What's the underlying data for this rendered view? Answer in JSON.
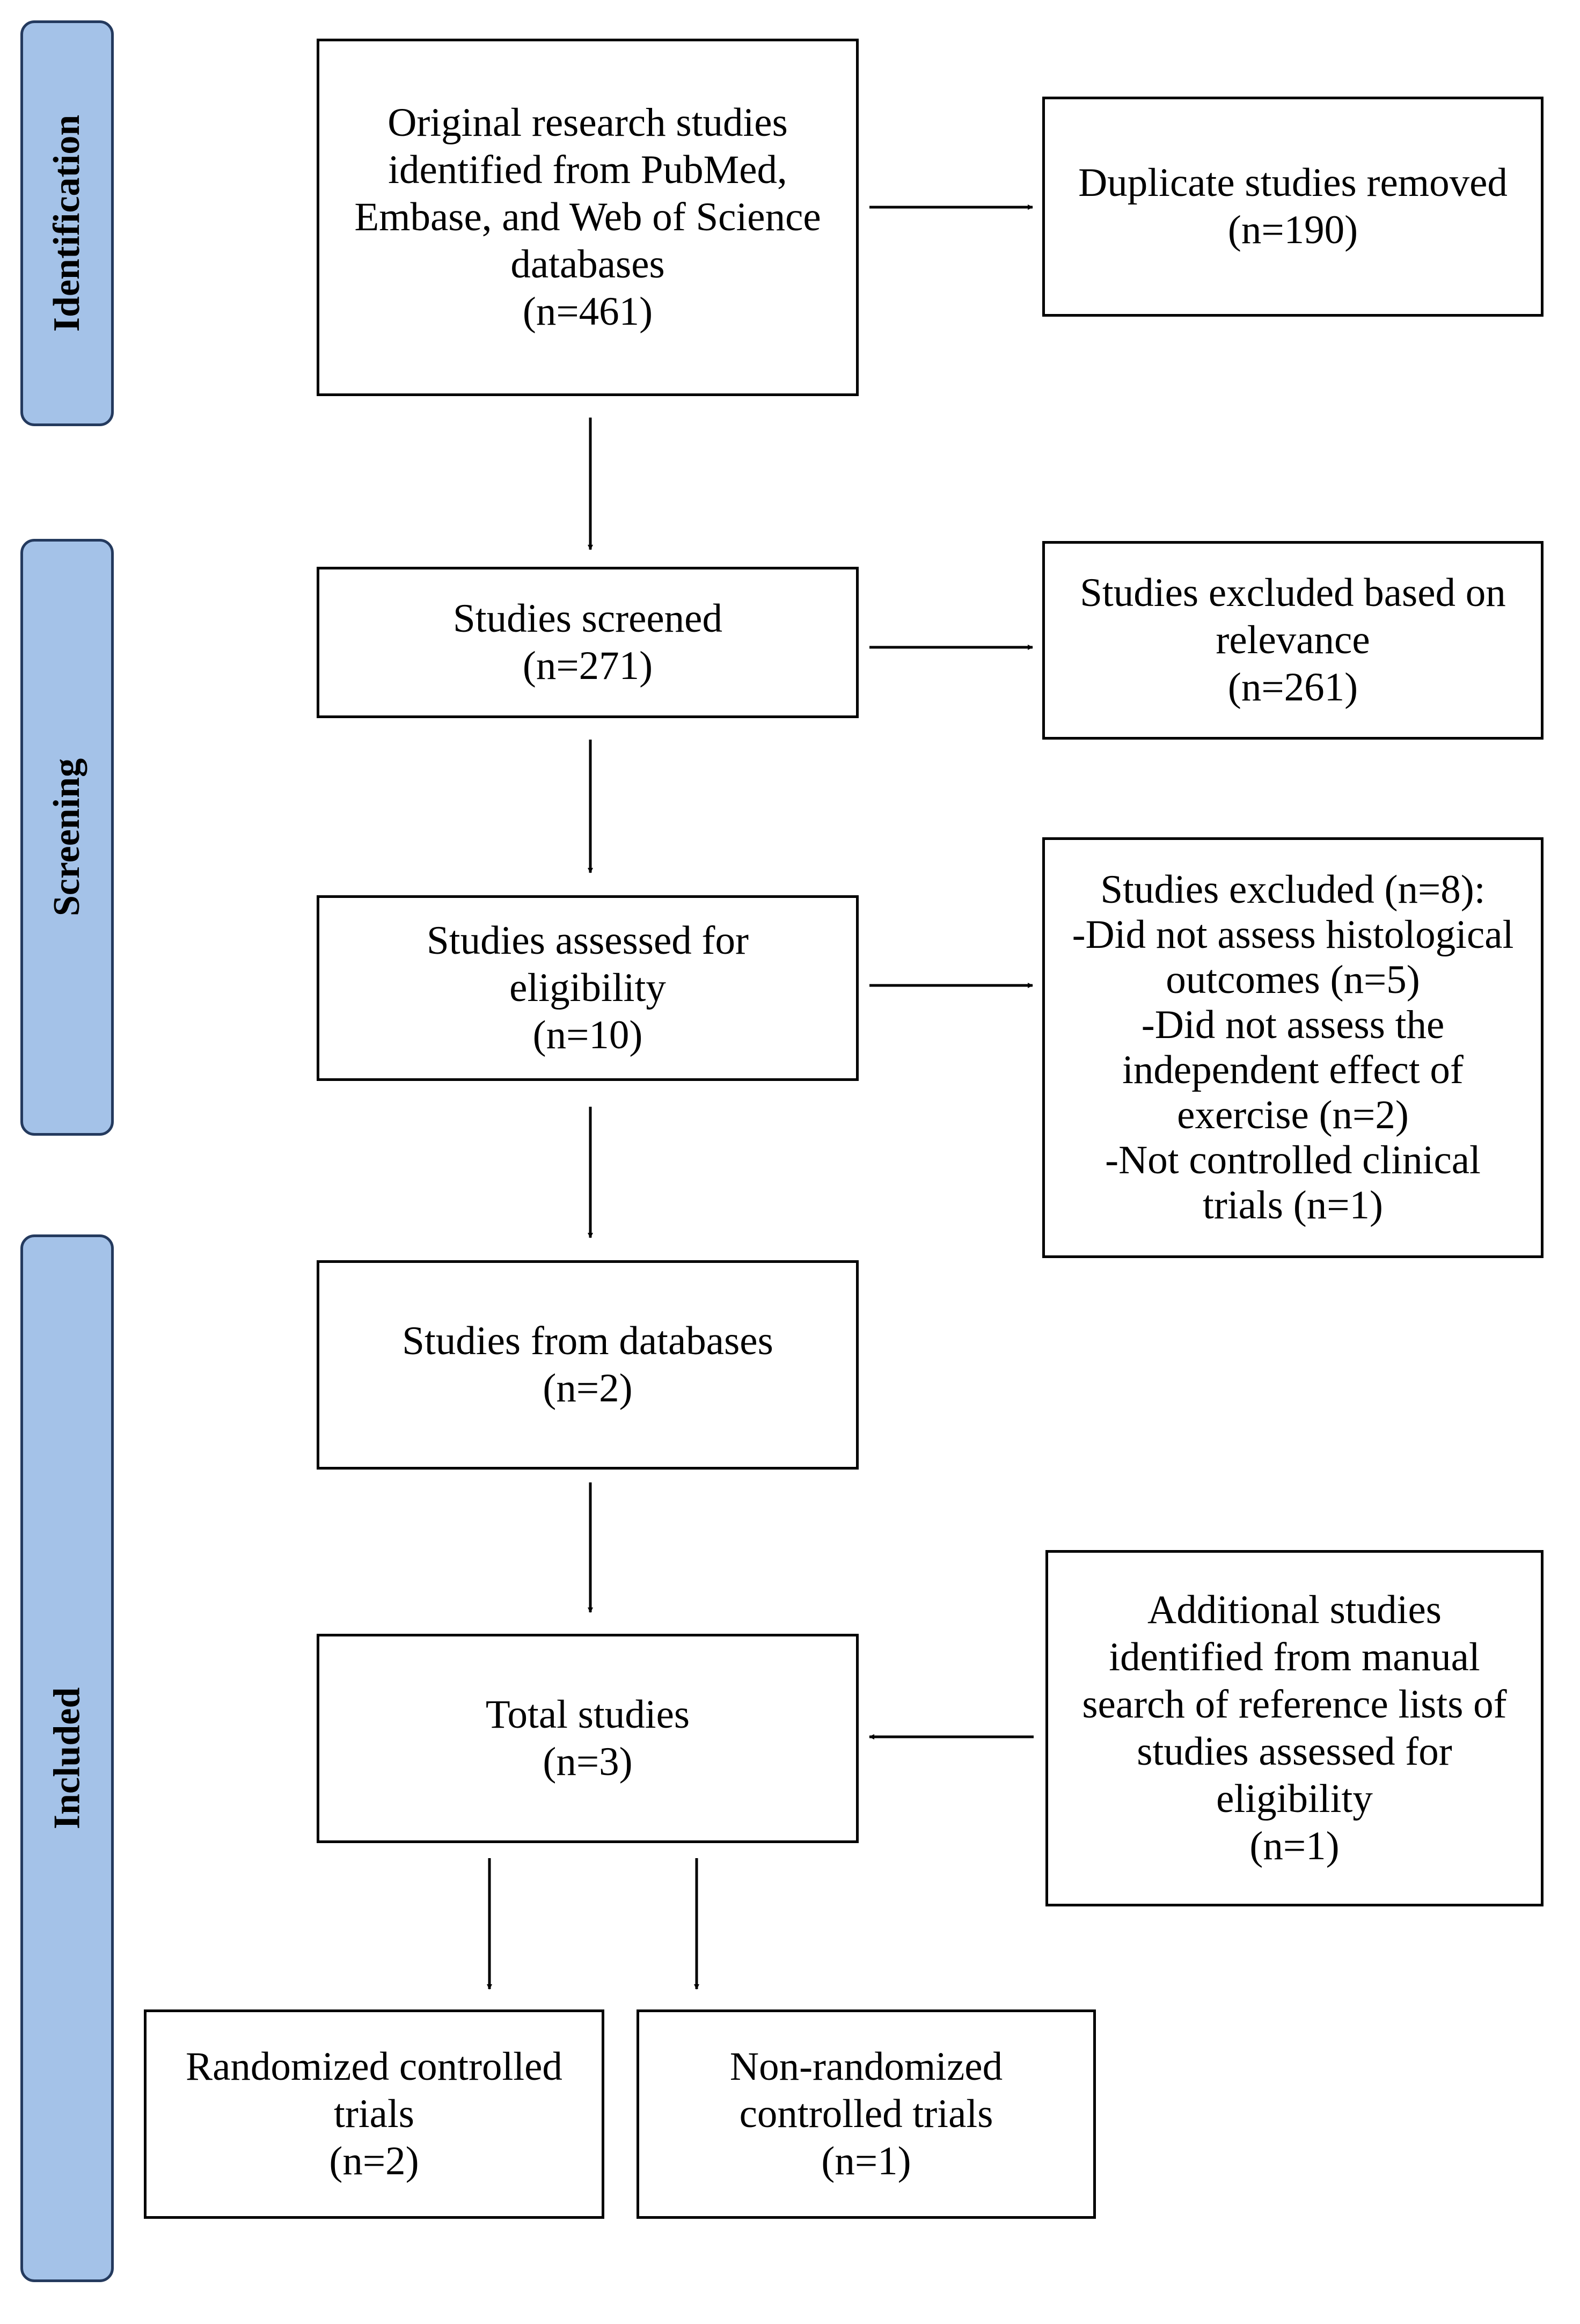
{
  "colors": {
    "phase_fill": "#a4c2e8",
    "phase_border": "#243a5e",
    "line": "#000000"
  },
  "phases": [
    {
      "id": "identification",
      "label": "Identification"
    },
    {
      "id": "screening",
      "label": "Screening"
    },
    {
      "id": "included",
      "label": "Included"
    }
  ],
  "boxes": {
    "identified": {
      "lines": [
        "Original research studies",
        "identified from PubMed,",
        "Embase, and Web of Science",
        "databases",
        "(n=461)"
      ]
    },
    "duplicates": {
      "lines": [
        "Duplicate studies removed",
        "(n=190)"
      ]
    },
    "screened": {
      "lines": [
        "Studies screened",
        "(n=271)"
      ]
    },
    "excluded_relevance": {
      "lines": [
        "Studies excluded based on",
        "relevance",
        "(n=261)"
      ]
    },
    "eligibility": {
      "lines": [
        "Studies assessed for",
        "eligibility",
        "(n=10)"
      ]
    },
    "excluded_eligibility": {
      "lines": [
        "Studies excluded (n=8):",
        "-Did not assess histological",
        "outcomes (n=5)",
        "-Did not assess the",
        "independent effect of",
        "exercise (n=2)",
        "-Not controlled clinical",
        "trials (n=1)"
      ]
    },
    "from_databases": {
      "lines": [
        "Studies from databases",
        "(n=2)"
      ]
    },
    "total": {
      "lines": [
        "Total studies",
        "(n=3)"
      ]
    },
    "additional": {
      "lines": [
        "Additional studies",
        "identified from manual",
        "search of reference lists of",
        "studies assessed for",
        "eligibility",
        "(n=1)"
      ]
    },
    "rct": {
      "lines": [
        "Randomized controlled",
        "trials",
        "(n=2)"
      ]
    },
    "non_rct": {
      "lines": [
        "Non-randomized",
        "controlled trials",
        "(n=1)"
      ]
    }
  }
}
